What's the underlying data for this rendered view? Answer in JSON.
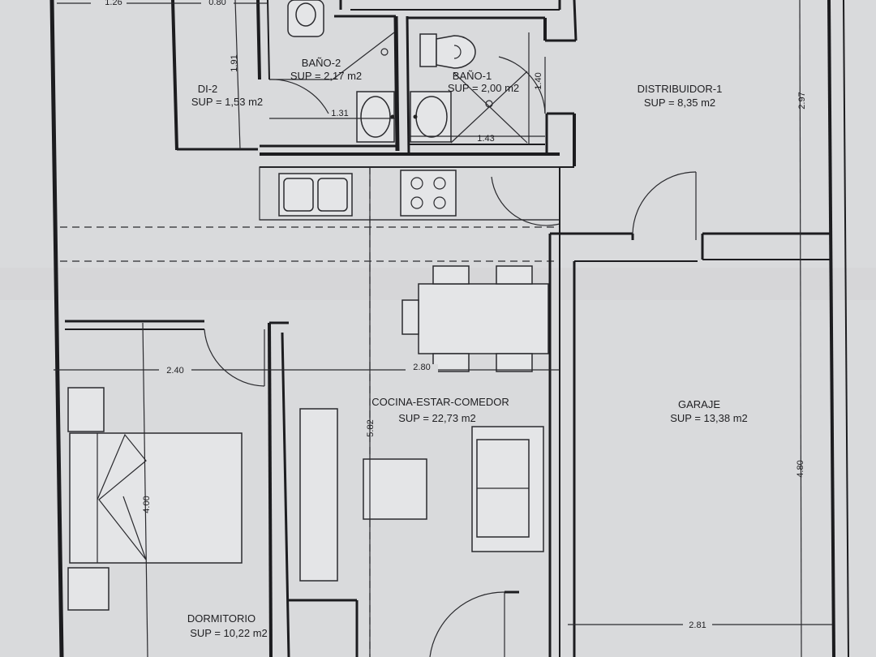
{
  "rooms": {
    "bano2": {
      "name": "BAÑO-2",
      "area": "SUP = 2,17 m2"
    },
    "bano1": {
      "name": "BAÑO-1",
      "area": "SUP = 2,00 m2"
    },
    "di2": {
      "name": "DI-2",
      "area": "SUP = 1,53 m2"
    },
    "distribuidor1": {
      "name": "DISTRIBUIDOR-1",
      "area": "SUP = 8,35 m2"
    },
    "cocina": {
      "name": "COCINA-ESTAR-COMEDOR",
      "area": "SUP = 22,73 m2"
    },
    "garaje": {
      "name": "GARAJE",
      "area": "SUP = 13,38 m2"
    },
    "dormitorio": {
      "name": "DORMITORIO",
      "area": "SUP = 10,22 m2"
    }
  },
  "dimensions": {
    "d_126": "1.26",
    "d_080": "0.80",
    "d_191": "1.91",
    "d_131": "1.31",
    "d_140": "1.40",
    "d_143": "1.43",
    "d_297": "2.97",
    "d_240": "2.40",
    "d_280": "2.80",
    "d_582": "5.82",
    "d_400": "4.00",
    "d_480": "4.80",
    "d_281": "2.81"
  }
}
